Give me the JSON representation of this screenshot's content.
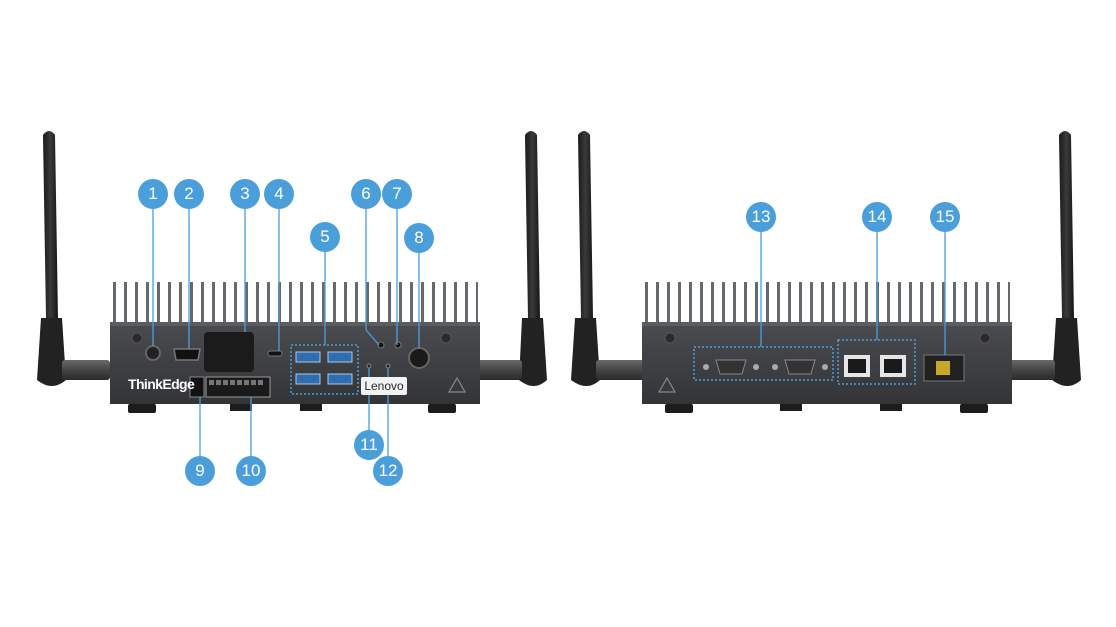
{
  "brands": {
    "thinkedge": "ThinkEdge",
    "lenovo": "Lenovo"
  },
  "colors": {
    "callout": "#4a9fdb",
    "chassis": "#3b3d40",
    "fins": "#6c6e71",
    "antenna": "#262626"
  },
  "callouts": [
    "1",
    "2",
    "3",
    "4",
    "5",
    "6",
    "7",
    "8",
    "9",
    "10",
    "11",
    "12",
    "13",
    "14",
    "15"
  ]
}
